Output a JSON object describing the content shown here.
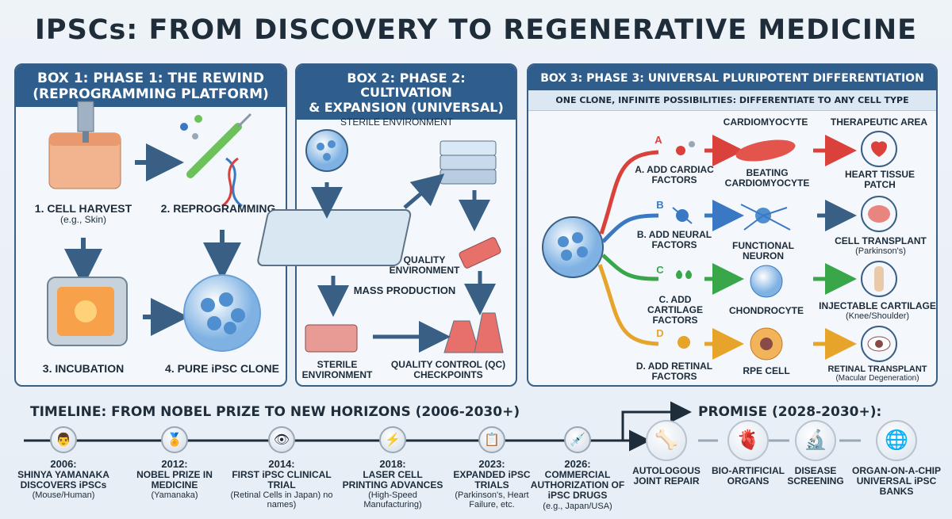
{
  "title": "IPSCs: FROM DISCOVERY TO REGENERATIVE MEDICINE",
  "box1": {
    "heading_line1": "BOX 1: PHASE 1: THE REWIND",
    "heading_line2": "(REPROGRAMMING PLATFORM)",
    "step1": "1. CELL HARVEST",
    "step1_note": "(e.g., Skin)",
    "step2": "2. REPROGRAMMING",
    "step3": "3. INCUBATION",
    "step4": "4. PURE iPSC CLONE"
  },
  "box2": {
    "heading_line1": "BOX 2: PHASE 2: CULTIVATION",
    "heading_line2": "& EXPANSION (UNIVERSAL)",
    "sterile_env": "STERILE ENVIRONMENT",
    "quality_env": "QUALITY ENVIRONMENT",
    "mass_production": "MASS PRODUCTION",
    "sterile_env_bottom": "STERILE ENVIRONMENT",
    "qc": "QUALITY CONTROL (QC) CHECKPOINTS"
  },
  "box3": {
    "heading": "BOX 3: PHASE 3: UNIVERSAL PLURIPOTENT DIFFERENTIATION",
    "subheading": "ONE CLONE, INFINITE POSSIBILITIES: DIFFERENTIATE TO ANY CELL TYPE",
    "col_cell": "CARDIOMYOCYTE",
    "col_area": "THERAPEUTIC AREA",
    "rows": [
      {
        "letter": "A",
        "factor": "A. ADD CARDIAC FACTORS",
        "cell": "BEATING CARDIOMYOCYTE",
        "therapy": "HEART TISSUE PATCH",
        "therapy_note": "",
        "color": "#d9413a"
      },
      {
        "letter": "B",
        "factor": "B. ADD NEURAL FACTORS",
        "cell": "FUNCTIONAL NEURON",
        "therapy": "CELL TRANSPLANT",
        "therapy_note": "(Parkinson's)",
        "color": "#3b78c4"
      },
      {
        "letter": "C",
        "factor": "C. ADD CARTILAGE FACTORS",
        "cell": "CHONDROCYTE",
        "therapy": "INJECTABLE CARTILAGE",
        "therapy_note": "(Knee/Shoulder)",
        "color": "#3aa64a"
      },
      {
        "letter": "D",
        "factor": "D. ADD RETINAL FACTORS",
        "cell": "RPE CELL",
        "therapy": "RETINAL TRANSPLANT",
        "therapy_note": "(Macular Degeneration)",
        "color": "#e6a52a"
      }
    ]
  },
  "timeline": {
    "heading": "TIMELINE: FROM NOBEL PRIZE TO NEW HORIZONS (2006-2030+)",
    "items": [
      {
        "year": "2006:",
        "text": "SHINYA YAMANAKA DISCOVERS iPSCs",
        "note": "(Mouse/Human)",
        "icon": "👨"
      },
      {
        "year": "2012:",
        "text": "NOBEL PRIZE IN MEDICINE",
        "note": "(Yamanaka)",
        "icon": "🏅"
      },
      {
        "year": "2014:",
        "text": "FIRST iPSC CLINICAL TRIAL",
        "note": "(Retinal Cells in Japan) no names)",
        "icon": "👁"
      },
      {
        "year": "2018:",
        "text": "LASER CELL PRINTING ADVANCES",
        "note": "(High-Speed Manufacturing)",
        "icon": "⚡"
      },
      {
        "year": "2023:",
        "text": "EXPANDED iPSC TRIALS",
        "note": "(Parkinson's, Heart Failure, etc.",
        "icon": "📋"
      },
      {
        "year": "2026:",
        "text": "COMMERCIAL AUTHORIZATION OF iPSC DRUGS",
        "note": "(e.g., Japan/USA)",
        "icon": "💉"
      }
    ]
  },
  "promise": {
    "heading": "PROMISE (2028-2030+):",
    "items": [
      {
        "text": "AUTOLOGOUS JOINT REPAIR",
        "icon": "🦴"
      },
      {
        "text": "BIO-ARTIFICIAL ORGANS",
        "icon": "🫀"
      },
      {
        "text": "DISEASE SCREENING",
        "icon": "🔬"
      },
      {
        "text": "ORGAN-ON-A-CHIP UNIVERSAL iPSC BANKS",
        "icon": "🌐"
      }
    ]
  }
}
